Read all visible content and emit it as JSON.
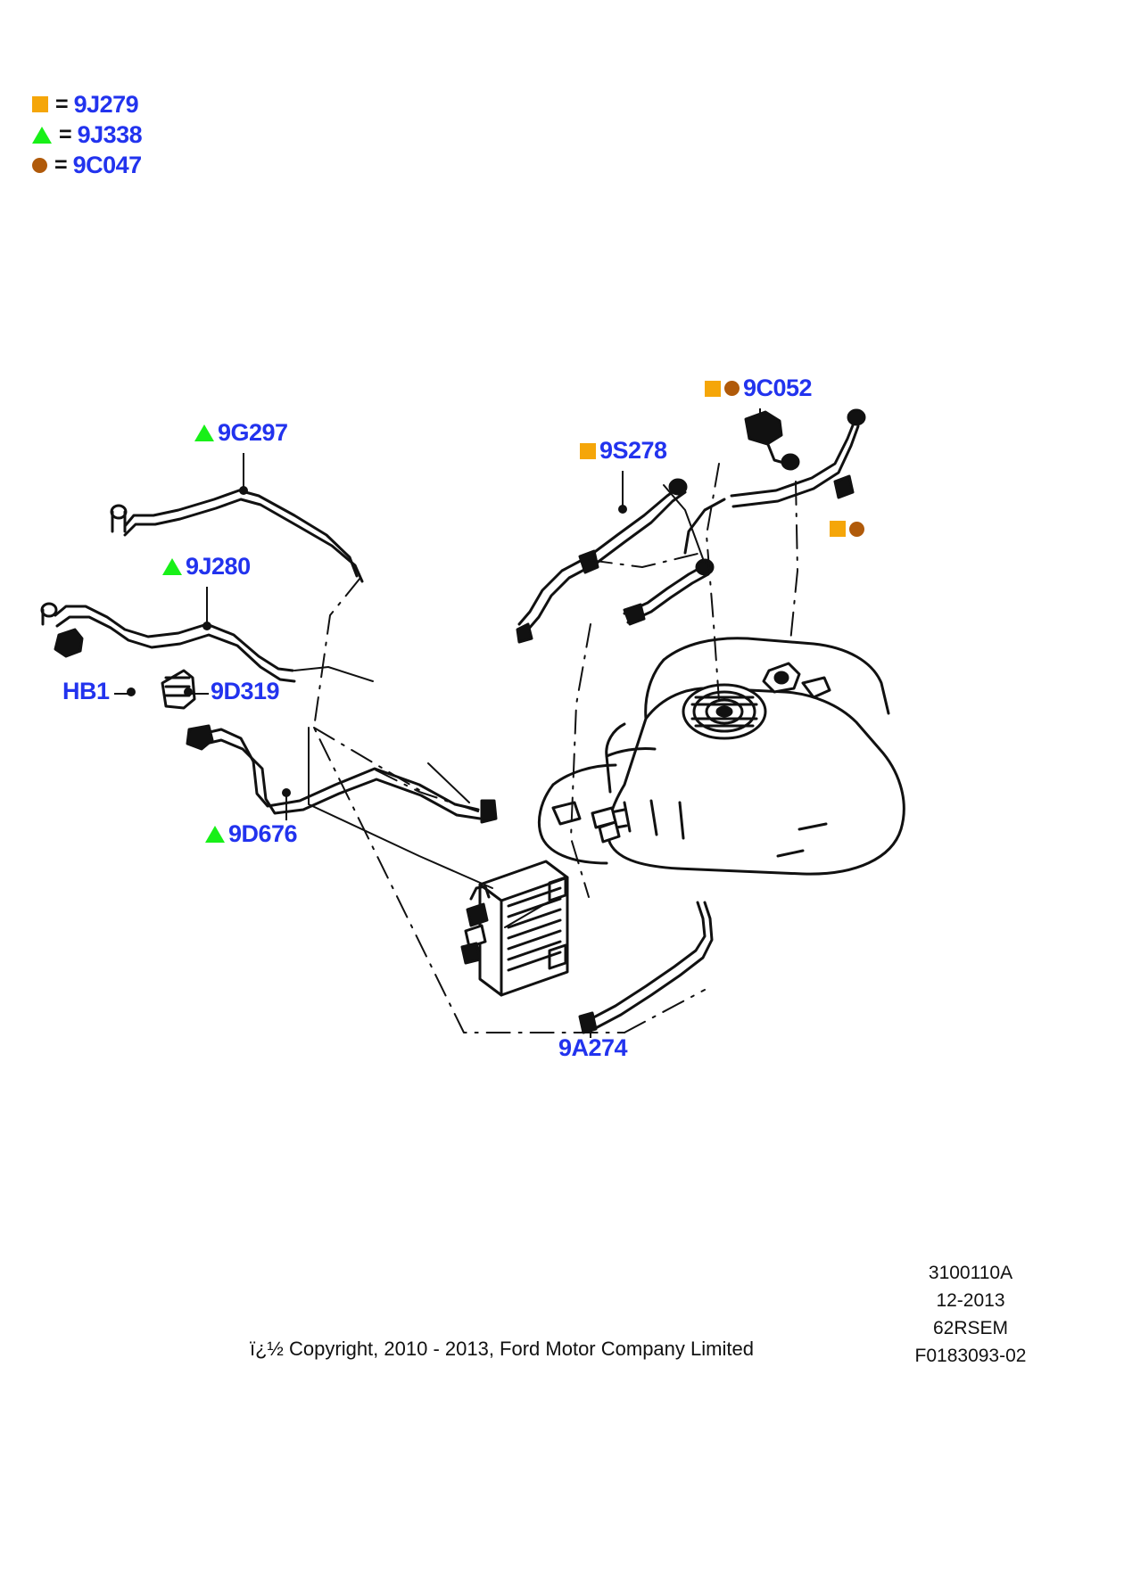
{
  "legend": {
    "equals": "=",
    "items": [
      {
        "marker": "square",
        "marker_color": "#f5a609",
        "code": "9J279"
      },
      {
        "marker": "triangle",
        "marker_color": "#18f018",
        "code": "9J338"
      },
      {
        "marker": "circle",
        "marker_color": "#b05a0a",
        "code": "9C047"
      }
    ]
  },
  "callouts": [
    {
      "id": "9G297",
      "code": "9G297",
      "markers": [
        "triangle"
      ]
    },
    {
      "id": "9J280",
      "code": "9J280",
      "markers": [
        "triangle"
      ]
    },
    {
      "id": "9D676",
      "code": "9D676",
      "markers": [
        "triangle"
      ]
    },
    {
      "id": "9D319",
      "code": "9D319",
      "markers": []
    },
    {
      "id": "HB1",
      "code": "HB1",
      "markers": []
    },
    {
      "id": "9S278",
      "code": "9S278",
      "markers": [
        "square"
      ]
    },
    {
      "id": "9C052",
      "code": "9C052",
      "markers": [
        "square",
        "circle"
      ]
    },
    {
      "id": "9A274",
      "code": "9A274",
      "markers": []
    }
  ],
  "loose_markers": [
    {
      "id": "fuel-line-markers",
      "markers": [
        "square",
        "circle"
      ]
    }
  ],
  "colors": {
    "label_blue": "#2233ee",
    "marker_orange": "#f5a609",
    "marker_green": "#18f018",
    "marker_brown": "#b05a0a",
    "line_black": "#111111"
  },
  "footer": {
    "drawing_number": "3100110A",
    "date": "12-2013",
    "publication": "62RSEM",
    "figure_id": "F0183093-02",
    "copyright": "ï¿½ Copyright, 2010 - 2013, Ford Motor Company Limited"
  }
}
